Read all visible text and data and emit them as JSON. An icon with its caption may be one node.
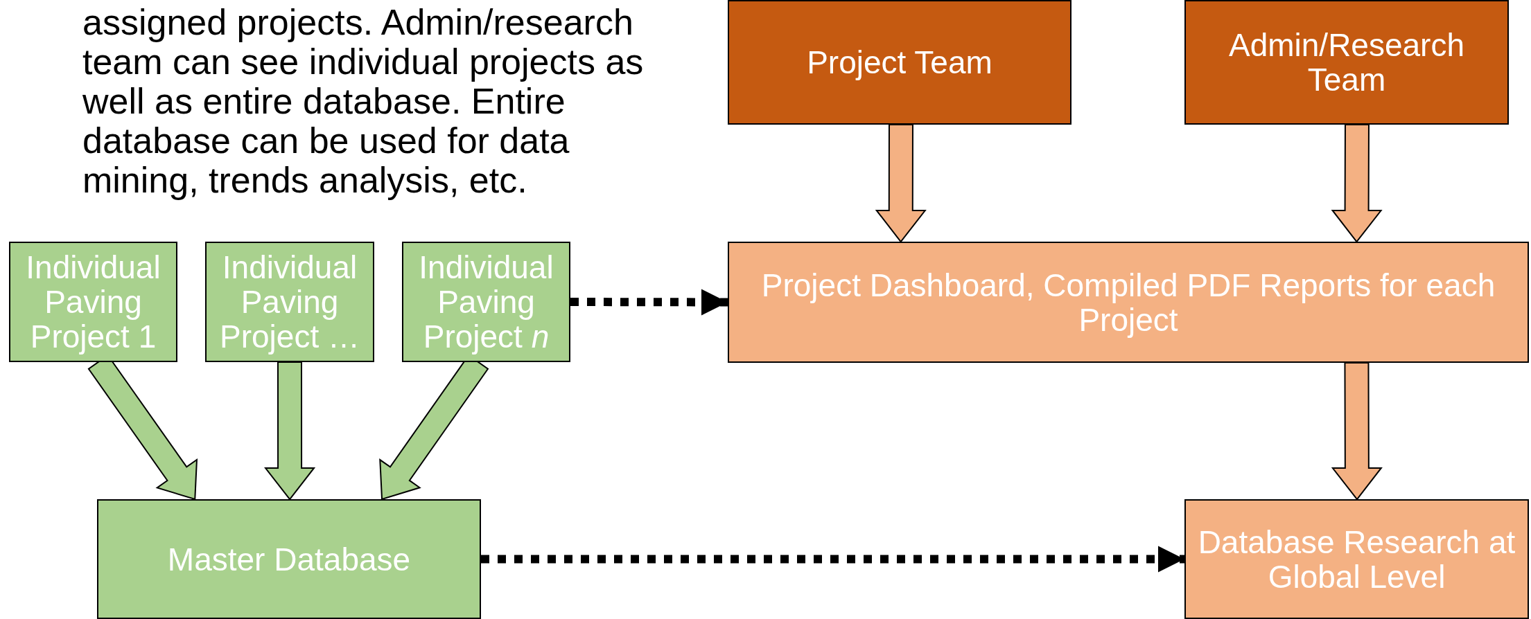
{
  "diagram": {
    "nodes": [
      {
        "text": [
          "Project Team"
        ]
      },
      {
        "text": [
          "Admin/Research Team"
        ]
      },
      {
        "text": [
          "Individual Paving Project 1"
        ]
      },
      {
        "text": [
          "Individual Paving Project …"
        ]
      },
      {
        "text": [
          "Individual Paving Project *n*"
        ]
      },
      {
        "text": [
          "Project Dashboard, Compiled PDF Reports for each Project"
        ]
      },
      {
        "text": [
          "Master Database"
        ]
      },
      {
        "text": [
          "Database Research at Global Level"
        ]
      }
    ],
    "edges": [
      {
        "from": 0,
        "to": 5,
        "arrow": "to",
        "color": "#f4b183"
      },
      {
        "from": 1,
        "to": 5,
        "arrow": "to",
        "color": "#f4b183"
      },
      {
        "from": 2,
        "to": 6,
        "arrow": "to",
        "color": "#a9d18e"
      },
      {
        "from": 3,
        "to": 6,
        "arrow": "to",
        "color": "#a9d18e"
      },
      {
        "from": 4,
        "to": 6,
        "arrow": "to",
        "color": "#a9d18e"
      },
      {
        "from": 4,
        "to": 5,
        "arrow": "to",
        "style": "dashed",
        "color": "#000000"
      },
      {
        "from": 5,
        "to": 7,
        "arrow": "to",
        "color": "#f4b183"
      },
      {
        "from": 6,
        "to": 7,
        "arrow": "to",
        "style": "dashed",
        "color": "#000000"
      }
    ],
    "labels": [
      "assigned projects. Admin/research team can see individual projects as well as entire database. Entire database can be used for data mining, trends analysis, etc."
    ]
  }
}
